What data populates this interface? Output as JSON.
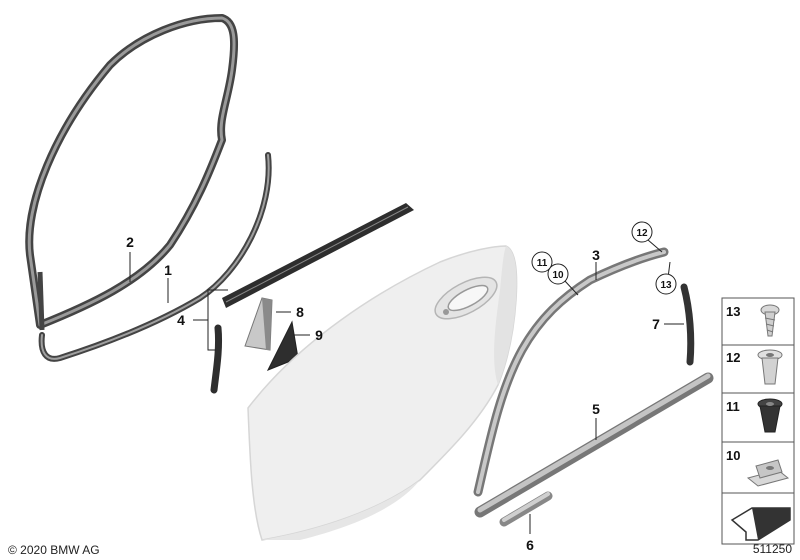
{
  "callouts": {
    "c1": "1",
    "c2": "2",
    "c3": "3",
    "c4": "4",
    "c5": "5",
    "c6": "6",
    "c7": "7",
    "c8": "8",
    "c9": "9",
    "c10": "10",
    "c11": "11",
    "c12": "12",
    "c13": "13"
  },
  "parts_panel": {
    "p13": "13",
    "p12": "12",
    "p11": "11",
    "p10": "10"
  },
  "footer": {
    "copyright": "© 2020 BMW AG",
    "diagram_number": "511250"
  },
  "colors": {
    "seal": "#555555",
    "door": "#f0f0f0",
    "trim": "#9a9a9a"
  }
}
